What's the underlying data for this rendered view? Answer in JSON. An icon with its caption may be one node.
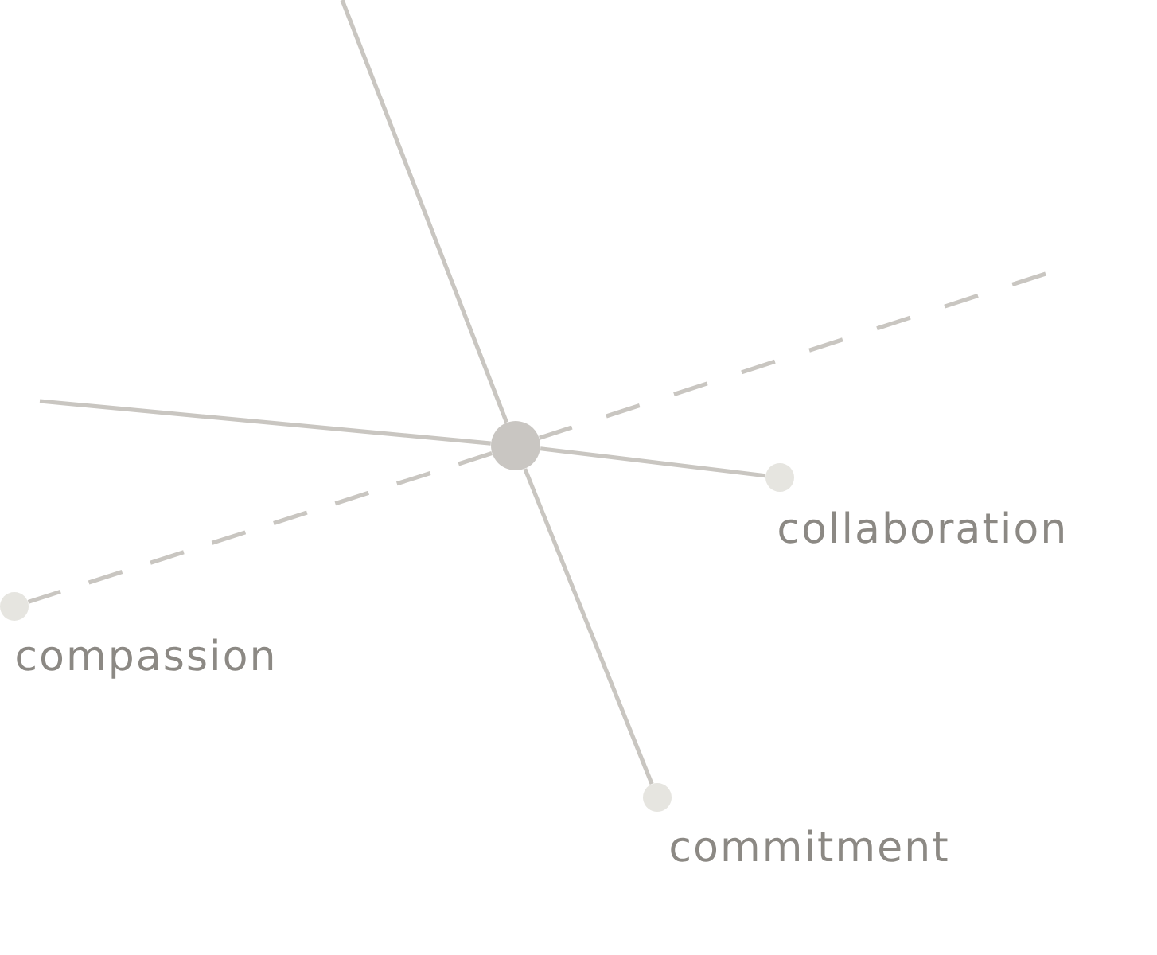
{
  "diagram": {
    "nodes": [
      {
        "text": [],
        "shape": "circle"
      },
      {
        "text": [],
        "shape": "circle",
        "beside": [
          "collaboration"
        ]
      },
      {
        "text": [],
        "shape": "circle",
        "beside": [
          "compassion"
        ]
      },
      {
        "text": [],
        "shape": "circle",
        "beside": [
          "commitment"
        ]
      }
    ],
    "edges": [
      {
        "from": 0,
        "to": 1,
        "arrow": "none"
      },
      {
        "from": 0,
        "to": 2,
        "arrow": "none",
        "style": "dashed"
      },
      {
        "from": 0,
        "to": 3,
        "arrow": "none"
      },
      {
        "from": null,
        "to": 0,
        "arrow": "none"
      },
      {
        "from": null,
        "to": 0,
        "arrow": "none"
      },
      {
        "from": null,
        "to": 0,
        "arrow": "none",
        "style": "dashed"
      }
    ]
  }
}
